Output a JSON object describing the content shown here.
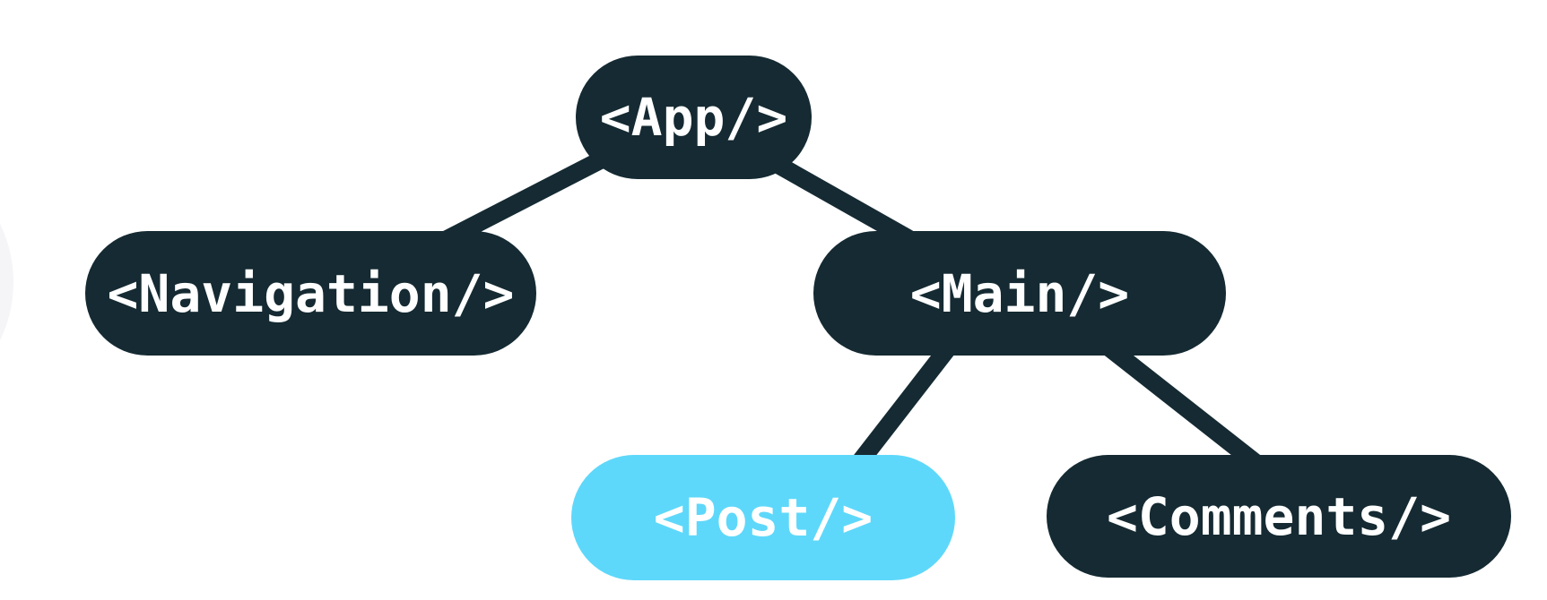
{
  "diagram": {
    "type": "component-tree",
    "nodes": [
      {
        "id": "app",
        "label": "<App/>",
        "variant": "dark",
        "parent": null
      },
      {
        "id": "navigation",
        "label": "<Navigation/>",
        "variant": "dark",
        "parent": "app"
      },
      {
        "id": "main",
        "label": "<Main/>",
        "variant": "dark",
        "parent": "app"
      },
      {
        "id": "post",
        "label": "<Post/>",
        "variant": "highlight",
        "parent": "main"
      },
      {
        "id": "comments",
        "label": "<Comments/>",
        "variant": "dark",
        "parent": "main"
      }
    ],
    "edges": [
      {
        "from": "app",
        "to": "navigation"
      },
      {
        "from": "app",
        "to": "main"
      },
      {
        "from": "main",
        "to": "post"
      },
      {
        "from": "main",
        "to": "comments"
      }
    ]
  },
  "colors": {
    "background": "#ffffff",
    "node_fill_dark": "#152A32",
    "node_fill_highlight": "#5ED8FA",
    "node_text": "#ffffff",
    "edge_stroke": "#152A32",
    "decorative_circle": "#F5F4F7"
  }
}
